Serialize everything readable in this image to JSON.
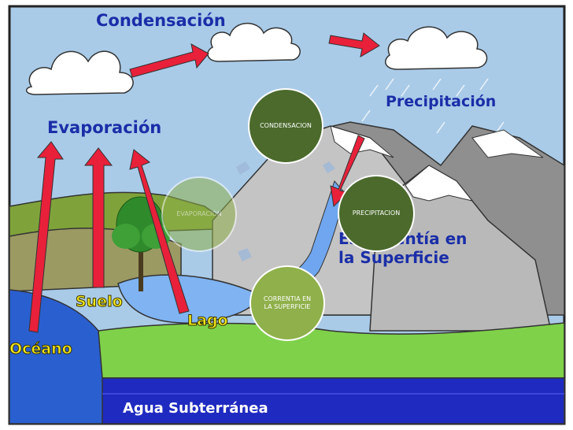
{
  "labels": {
    "condensacion": "Condensación",
    "precipitacion": "Precipitación",
    "evaporacion": "Evaporación",
    "escorrentia_line1": "Escorrentía en",
    "escorrentia_line2": "la Superficie",
    "suelo": "Suelo",
    "lago": "Lago",
    "oceano": "Océano",
    "agua_subterranea": "Agua Subterránea"
  },
  "cycle": {
    "condensacion": "CONDENSACION",
    "precipitacion": "PRECIPITACION",
    "correntia_line1": "CORRENTIA EN",
    "correntia_line2": "LA SUPERFICIE",
    "evaporacion": "EVAPORACIÓN"
  },
  "colors": {
    "sky": "#a9cbe8",
    "arrow_red": "#e8203a",
    "label_blue": "#1a2ea8",
    "label_yellow": "#f2e81c",
    "circle_dark_green": "#4b6a2c",
    "circle_light_green": "#8fb04a",
    "mountain_gray": "#b8b8b8",
    "ocean_blue": "#2a5fd0",
    "grass_green": "#7fd14a"
  }
}
